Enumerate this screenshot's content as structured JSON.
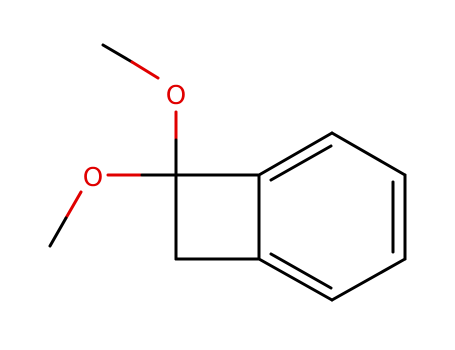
{
  "molecule": {
    "atoms": [
      {
        "id": "O1",
        "symbol": "O"
      },
      {
        "id": "O2",
        "symbol": "O"
      }
    ],
    "colors": {
      "bond": "#000000",
      "heteroatom_O": "#e00000",
      "background": "#ffffff"
    }
  }
}
